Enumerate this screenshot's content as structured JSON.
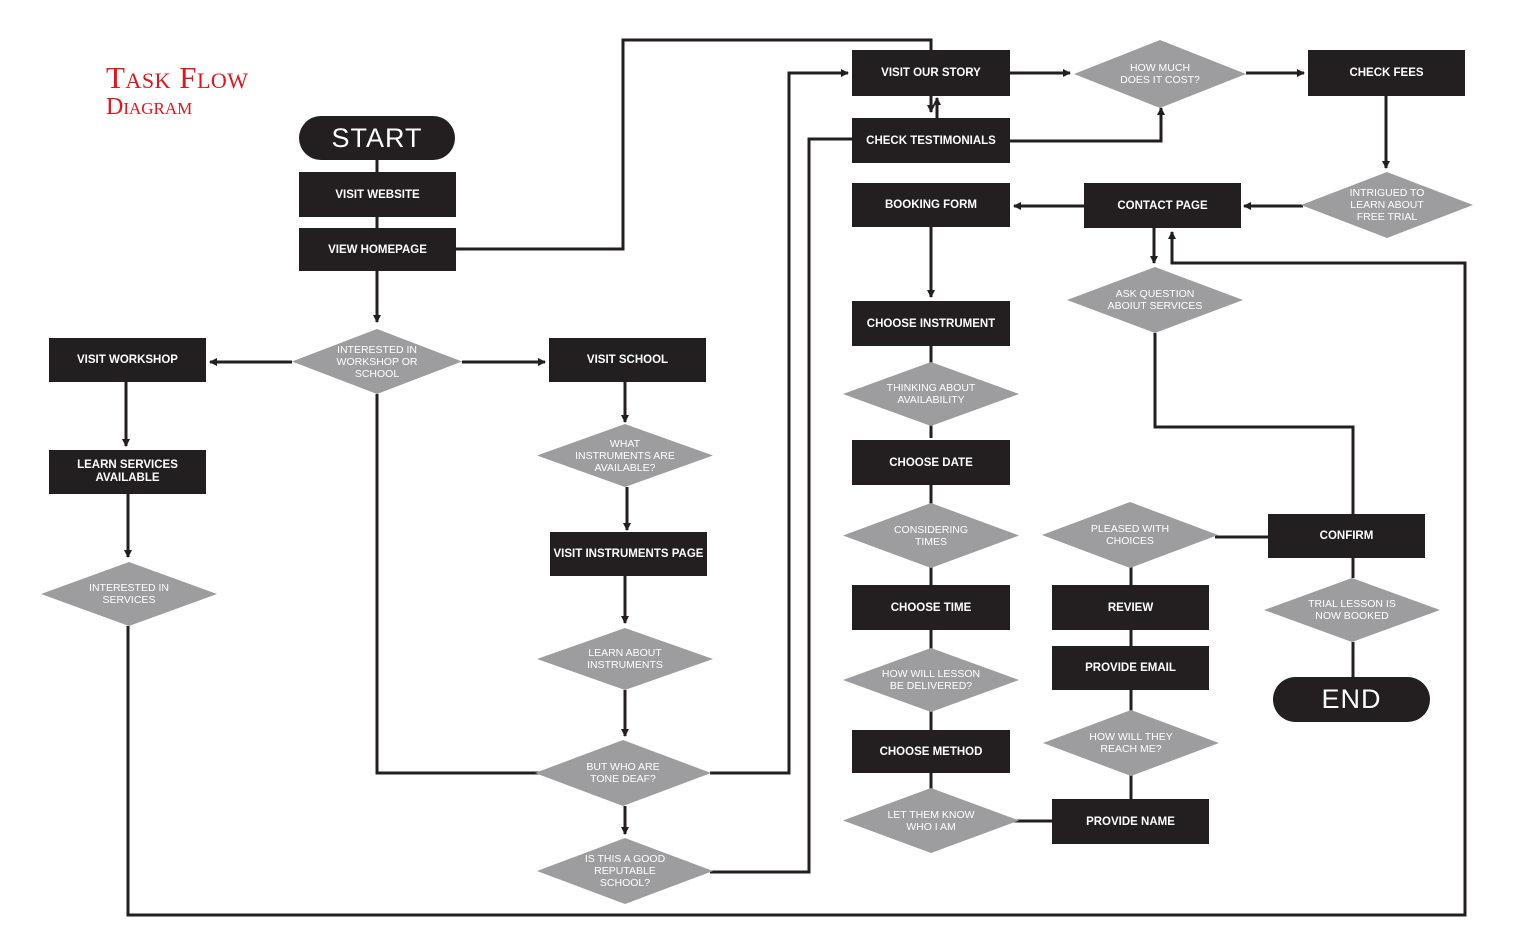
{
  "title": {
    "line1": "Task Flow",
    "line2": "Diagram"
  },
  "colors": {
    "box": "#231f20",
    "decision": "#9d9d9f",
    "line": "#231f20",
    "title": "#e4141b"
  },
  "nodes": {
    "start": "START",
    "visit_website": "VISIT WEBSITE",
    "view_homepage": "VIEW HOMEPAGE",
    "interested_workshop_school": "INTERESTED IN\nWORKSHOP OR\nSCHOOL",
    "visit_workshop": "VISIT WORKSHOP",
    "learn_services": "LEARN SERVICES\nAVAILABLE",
    "interested_services": "INTERESTED IN\nSERVICES",
    "visit_school": "VISIT SCHOOL",
    "what_instruments": "WHAT\nINSTRUMENTS ARE\nAVAILABLE?",
    "visit_instruments_page": "VISIT INSTRUMENTS PAGE",
    "learn_instruments": "LEARN ABOUT\nINSTRUMENTS",
    "tone_deaf": "BUT WHO ARE\nTONE DEAF?",
    "reputable_school": "IS THIS A GOOD\nREPUTABLE\nSCHOOL?",
    "visit_our_story": "VISIT OUR STORY",
    "check_testimonials": "CHECK TESTIMONIALS",
    "how_much": "HOW MUCH\nDOES IT COST?",
    "check_fees": "CHECK FEES",
    "intrigued": "INTRIGUED TO\nLEARN ABOUT\nFREE TRIAL",
    "contact_page": "CONTACT PAGE",
    "booking_form": "BOOKING FORM",
    "ask_question": "ASK QUESTION\nABOIUT SERVICES",
    "choose_instrument": "CHOOSE INSTRUMENT",
    "thinking_availability": "THINKING ABOUT\nAVAILABILITY",
    "choose_date": "CHOOSE DATE",
    "considering_times": "CONSIDERING\nTIMES",
    "choose_time": "CHOOSE TIME",
    "how_delivered": "HOW WILL LESSON\nBE DELIVERED?",
    "choose_method": "CHOOSE METHOD",
    "let_them_know": "LET THEM KNOW\nWHO I AM",
    "provide_name": "PROVIDE NAME",
    "how_reach": "HOW WILL THEY\nREACH ME?",
    "provide_email": "PROVIDE EMAIL",
    "review": "REVIEW",
    "pleased_choices": "PLEASED WITH\nCHOICES",
    "confirm": "CONFIRM",
    "trial_booked": "TRIAL LESSON IS\nNOW BOOKED",
    "end": "END"
  }
}
